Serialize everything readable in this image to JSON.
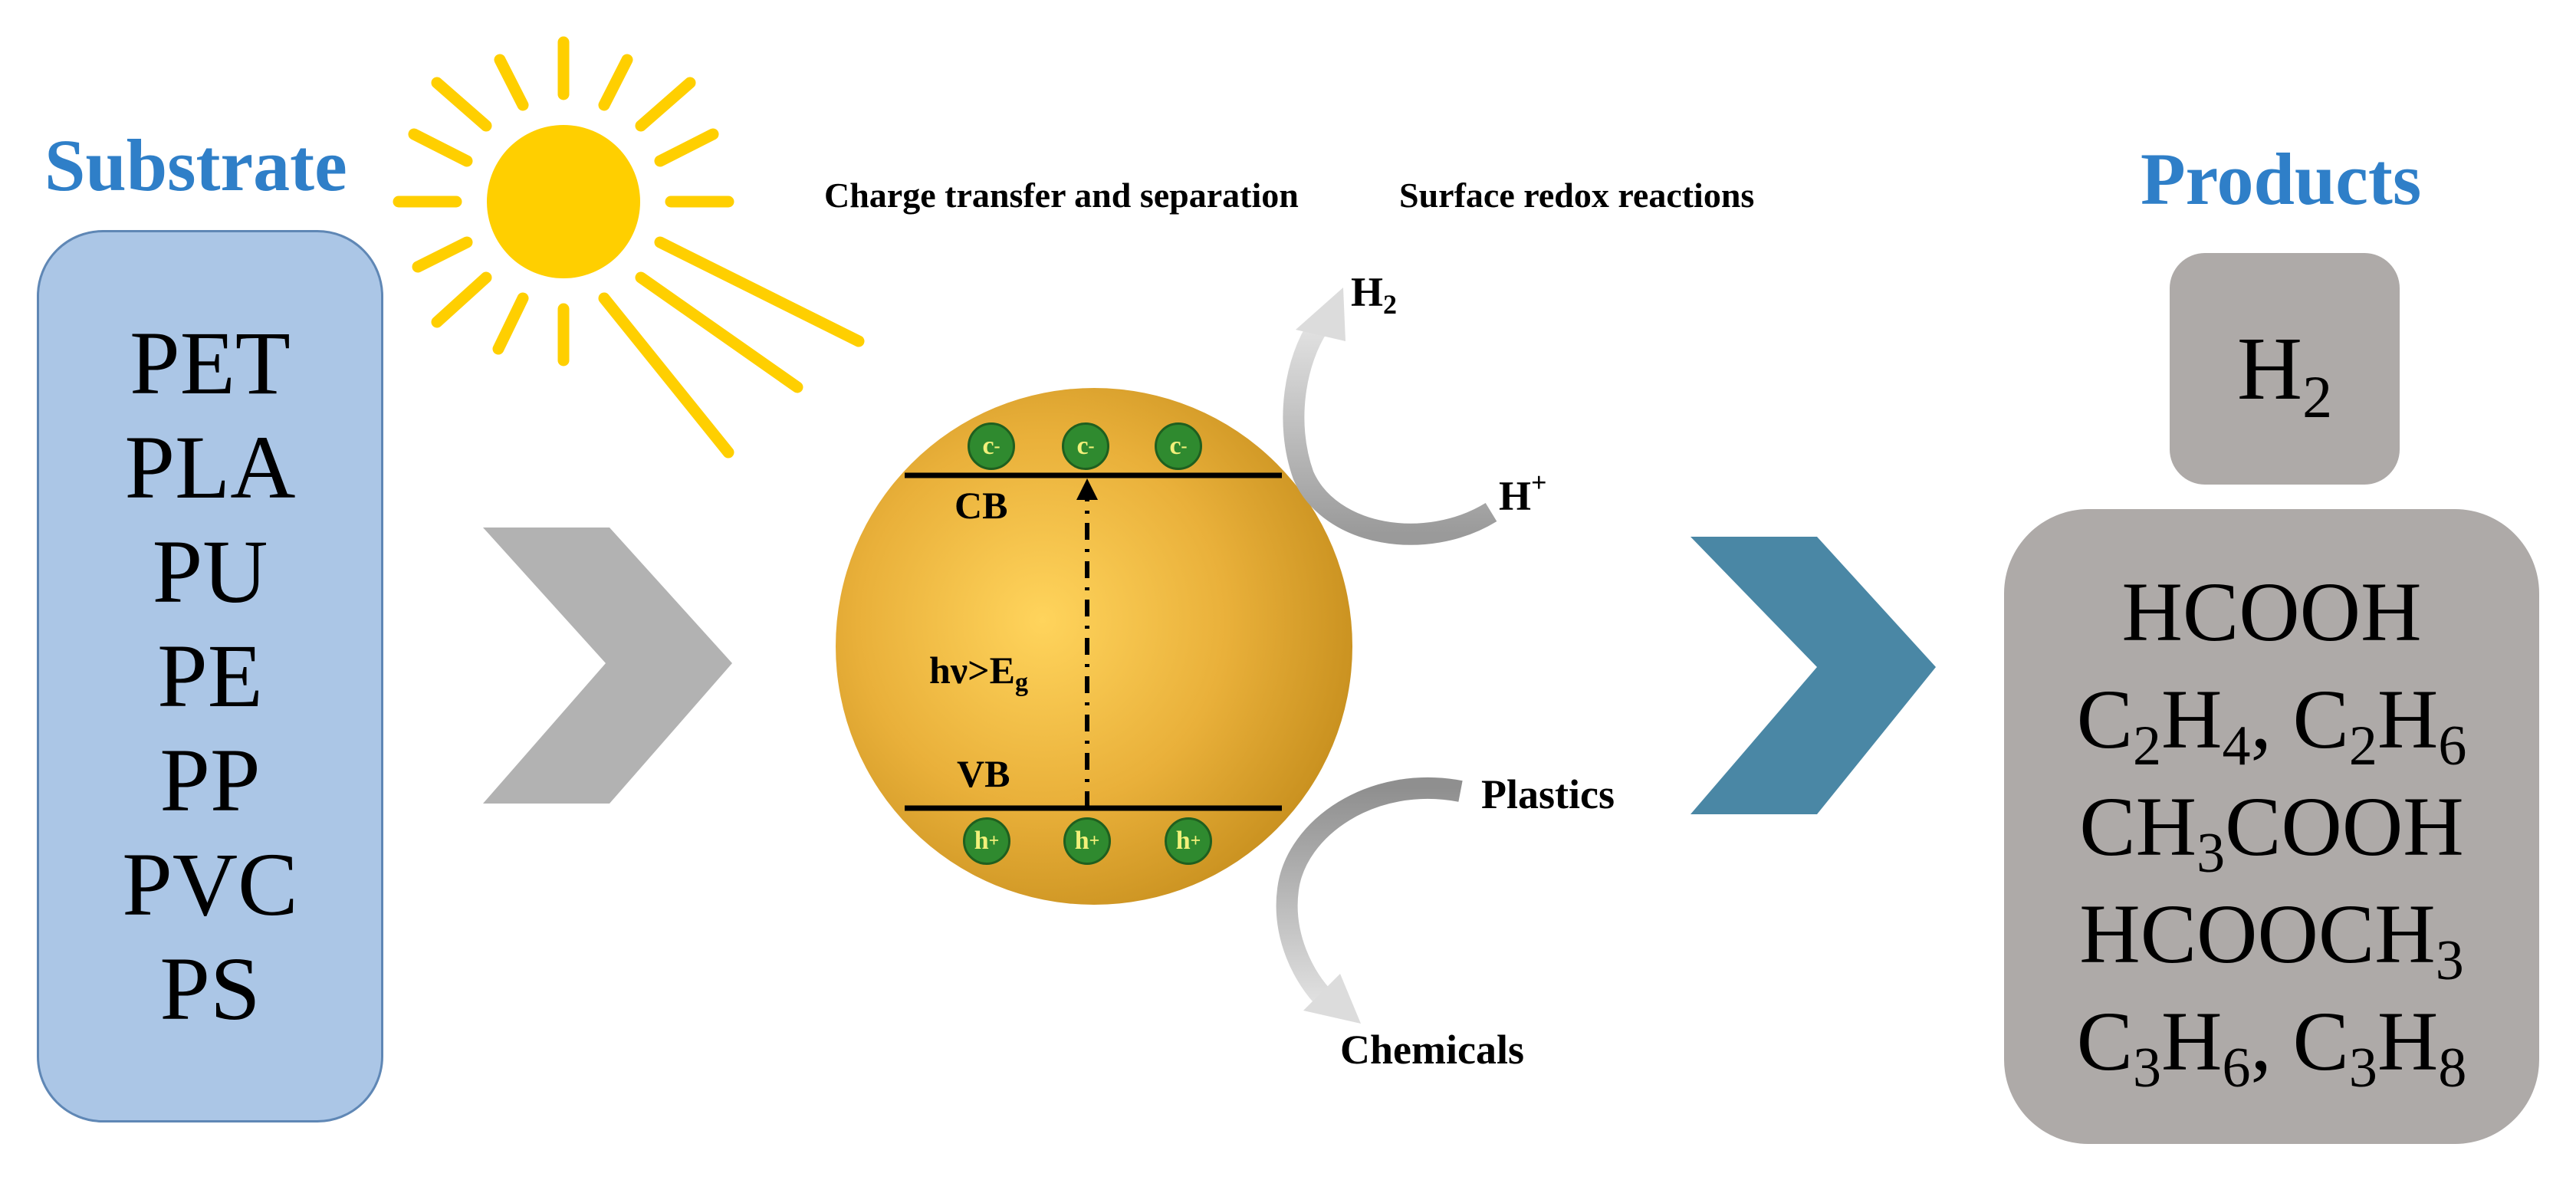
{
  "substrate": {
    "title": "Substrate",
    "items": [
      "PET",
      "PLA",
      "PU",
      "PE",
      "PP",
      "PVC",
      "PS"
    ]
  },
  "process": {
    "step1": "Charge transfer and separation",
    "step2": "Surface redox reactions",
    "cb_label": "CB",
    "vb_label": "VB",
    "excitation": {
      "main": "hν>E",
      "sub": "g"
    },
    "electron": {
      "main": "c",
      "sup": "-"
    },
    "hole": {
      "main": "h",
      "sup": "+"
    },
    "h2": {
      "main": "H",
      "sub": "2"
    },
    "hplus": {
      "main": "H",
      "sup": "+"
    },
    "plastics": "Plastics",
    "chemicals": "Chemicals"
  },
  "products": {
    "title": "Products",
    "top": {
      "main": "H",
      "sub": "2"
    },
    "items": [
      [
        {
          "t": "HCOOH"
        }
      ],
      [
        {
          "t": "C"
        },
        {
          "s": "2"
        },
        {
          "t": "H"
        },
        {
          "s": "4"
        },
        {
          "t": ", C"
        },
        {
          "s": "2"
        },
        {
          "t": "H"
        },
        {
          "s": "6"
        }
      ],
      [
        {
          "t": "CH"
        },
        {
          "s": "3"
        },
        {
          "t": "COOH"
        }
      ],
      [
        {
          "t": "HCOOCH"
        },
        {
          "s": "3"
        }
      ],
      [
        {
          "t": "C"
        },
        {
          "s": "3"
        },
        {
          "t": "H"
        },
        {
          "s": "6"
        },
        {
          "t": ", C"
        },
        {
          "s": "3"
        },
        {
          "t": "H"
        },
        {
          "s": "8"
        }
      ]
    ]
  },
  "colors": {
    "title_blue": "#2f7fc8",
    "substrate_fill": "#abc6e6",
    "product_fill": "#aeaaa8",
    "sun": "#ffcf00",
    "chevron_gray": "#b2b2b2",
    "chevron_blue": "#4a87a5",
    "particle_gold": "#e6ad2f",
    "carrier_green": "#2f8a2f"
  },
  "icons": [
    "sun-icon",
    "chevron-right-icon",
    "photocatalyst-particle-icon",
    "curved-arrow-icon"
  ]
}
